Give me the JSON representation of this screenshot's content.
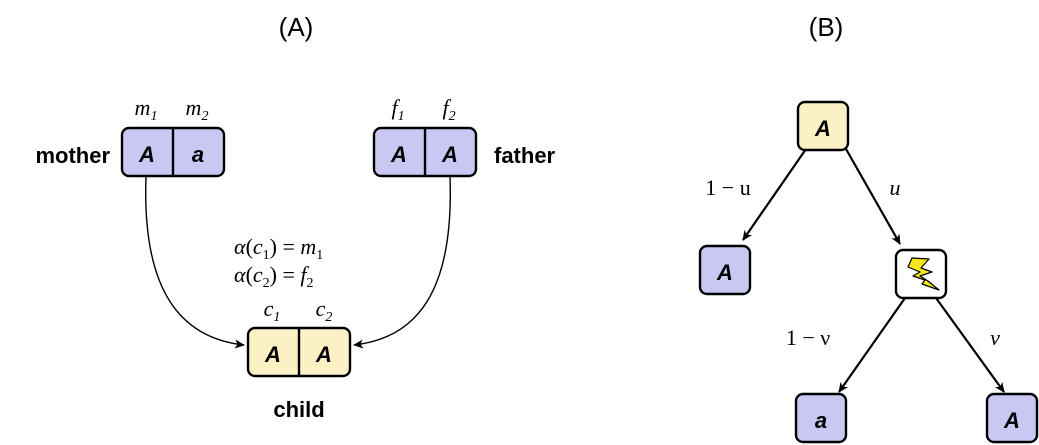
{
  "panel_a": {
    "label": "(A)",
    "mother": {
      "label": "mother",
      "alleles": [
        "A",
        "a"
      ],
      "slot_names": [
        {
          "base": "m",
          "sub": "1"
        },
        {
          "base": "m",
          "sub": "2"
        }
      ]
    },
    "father": {
      "label": "father",
      "alleles": [
        "A",
        "A"
      ],
      "slot_names": [
        {
          "base": "f",
          "sub": "1"
        },
        {
          "base": "f",
          "sub": "2"
        }
      ]
    },
    "child": {
      "label": "child",
      "alleles": [
        "A",
        "A"
      ],
      "slot_names": [
        {
          "base": "c",
          "sub": "1"
        },
        {
          "base": "c",
          "sub": "2"
        }
      ]
    },
    "equations": [
      {
        "fn": "α",
        "arg_base": "c",
        "arg_sub": "1",
        "rhs_base": "m",
        "rhs_sub": "1"
      },
      {
        "fn": "α",
        "arg_base": "c",
        "arg_sub": "2",
        "rhs_base": "f",
        "rhs_sub": "2"
      }
    ]
  },
  "panel_b": {
    "label": "(B)",
    "root_allele": "A",
    "no_mutation_allele": "A",
    "mutation_icon": "lightning-bolt-icon",
    "mutation_outcomes": [
      "a",
      "A"
    ],
    "edge_labels": {
      "root_left": "1 − u",
      "root_right": "u",
      "mut_left": "1 − ν",
      "mut_right": "ν"
    }
  },
  "colors": {
    "parent_box": "#c8c8f2",
    "child_box": "#fbf1c4",
    "bolt_fill": "#f5e61e"
  }
}
